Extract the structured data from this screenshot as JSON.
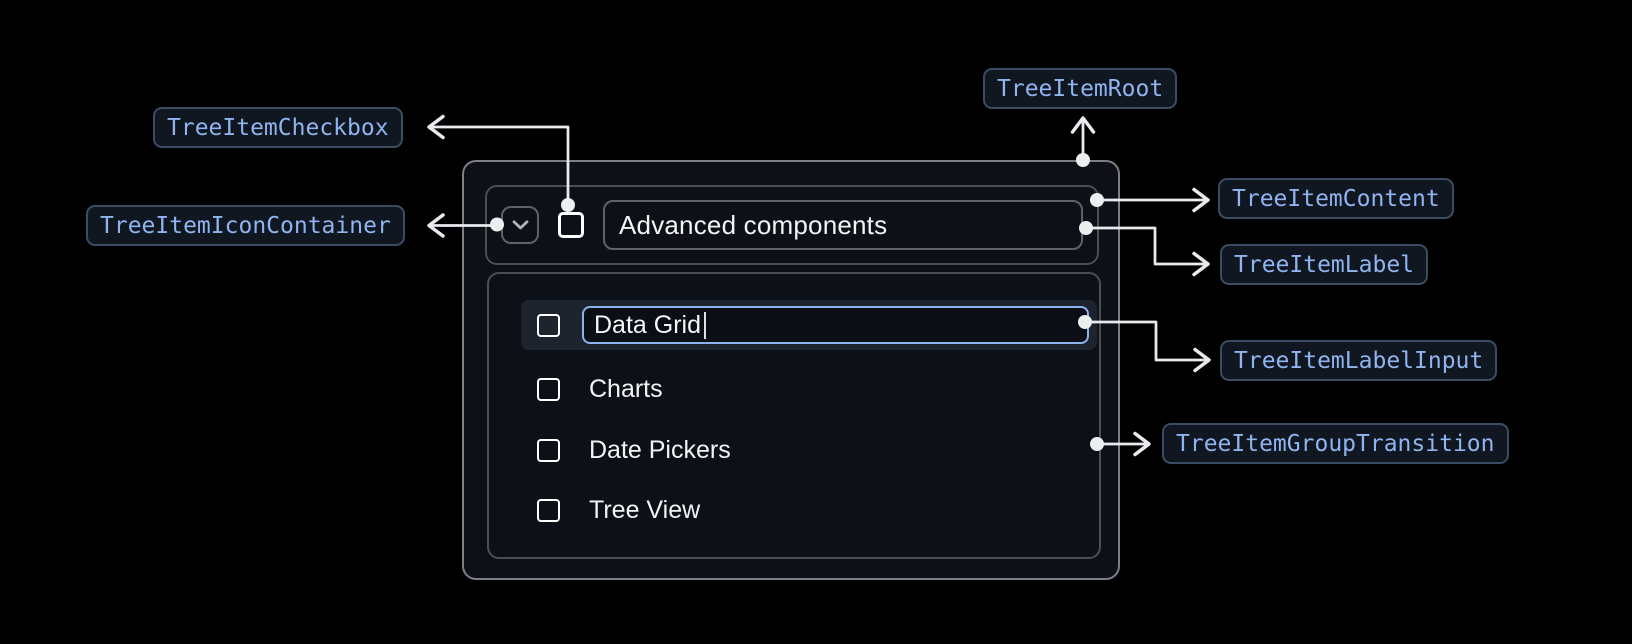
{
  "annotations": {
    "checkbox": "TreeItemCheckbox",
    "icon_container": "TreeItemIconContainer",
    "root": "TreeItemRoot",
    "content": "TreeItemContent",
    "label": "TreeItemLabel",
    "label_input": "TreeItemLabelInput",
    "group_transition": "TreeItemGroupTransition"
  },
  "tree": {
    "parent_item": {
      "label": "Advanced components",
      "expanded": true,
      "checkbox_checked": false
    },
    "editing_item": {
      "input_value": "Data Grid",
      "checkbox_checked": false
    },
    "child_items": [
      "Charts",
      "Date Pickers",
      "Tree View"
    ]
  },
  "icons": {
    "expand": "chevron-down-icon",
    "checkbox": "checkbox-unchecked-icon"
  },
  "colors": {
    "background": "#000000",
    "surface": "#0d1117",
    "row_highlight": "#1e242d",
    "input_focus_border": "#8cb2f0",
    "chip_text": "#8fb4f0",
    "chip_border": "#3c4c63",
    "chip_background": "#101721",
    "arrow": "#e8eaed",
    "text_primary": "#f1f3f4"
  }
}
